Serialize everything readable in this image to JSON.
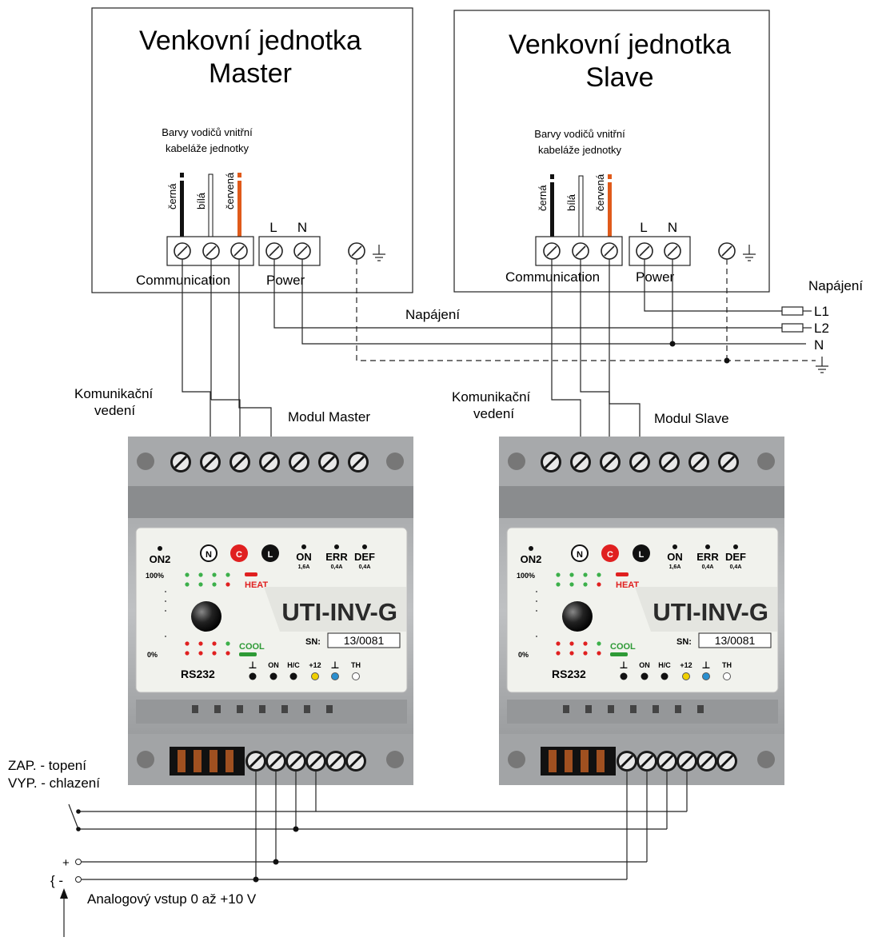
{
  "master_unit": {
    "title_line1": "Venkovní jednotka",
    "title_line2": "Master",
    "wire_colors_line1": "Barvy vodičů vnitřní",
    "wire_colors_line2": "kabeláže jednotky",
    "wire_black": "černá",
    "wire_white": "bílá",
    "wire_red": "červená",
    "terminal_L": "L",
    "terminal_N": "N",
    "communication_label": "Communication",
    "power_label": "Power"
  },
  "slave_unit": {
    "title_line1": "Venkovní jednotka",
    "title_line2": "Slave",
    "wire_colors_line1": "Barvy vodičů vnitřní",
    "wire_colors_line2": "kabeláže jednotky",
    "wire_black": "černá",
    "wire_white": "bílá",
    "wire_red": "červená",
    "terminal_L": "L",
    "terminal_N": "N",
    "communication_label": "Communication",
    "power_label": "Power"
  },
  "supply": {
    "title": "Napájení",
    "mid_label": "Napájení",
    "L1": "L1",
    "L2": "L2",
    "N": "N"
  },
  "comm_label_master": {
    "line1": "Komunikační",
    "line2": "vedení"
  },
  "comm_label_slave": {
    "line1": "Komunikační",
    "line2": "vedení"
  },
  "module_master_label": "Modul Master",
  "module_slave_label": "Modul Slave",
  "module_face": {
    "on2": "ON2",
    "n": "N",
    "c": "C",
    "l": "L",
    "on": "ON",
    "on_sub": "1,6A",
    "err": "ERR",
    "err_sub": "0,4A",
    "def": "DEF",
    "def_sub": "0,4A",
    "pct100": "100%",
    "pct0": "0%",
    "heat": "HEAT",
    "cool": "COOL",
    "model": "UTI-INV-G",
    "sn_label": "SN:",
    "sn_value": "13/0081",
    "rs232": "RS232",
    "term_gnd1": "⊥",
    "term_on": "ON",
    "term_hc": "H/C",
    "term_12": "+12",
    "term_gnd2": "⊥",
    "term_th": "TH"
  },
  "switch_label_line1": "ZAP. - topení",
  "switch_label_line2": "VYP. - chlazení",
  "analog_plus": "+",
  "analog_minus": "{ -",
  "analog_label": "Analogový vstup 0 až +10 V",
  "colors": {
    "black_wire": "#111111",
    "red_wire": "#e05a1a",
    "led_green": "#3cb04a",
    "led_red": "#e02020",
    "heat_red": "#e02020",
    "cool_green": "#2e9a36",
    "yellow": "#f0d000",
    "blue": "#2a8fd0"
  }
}
